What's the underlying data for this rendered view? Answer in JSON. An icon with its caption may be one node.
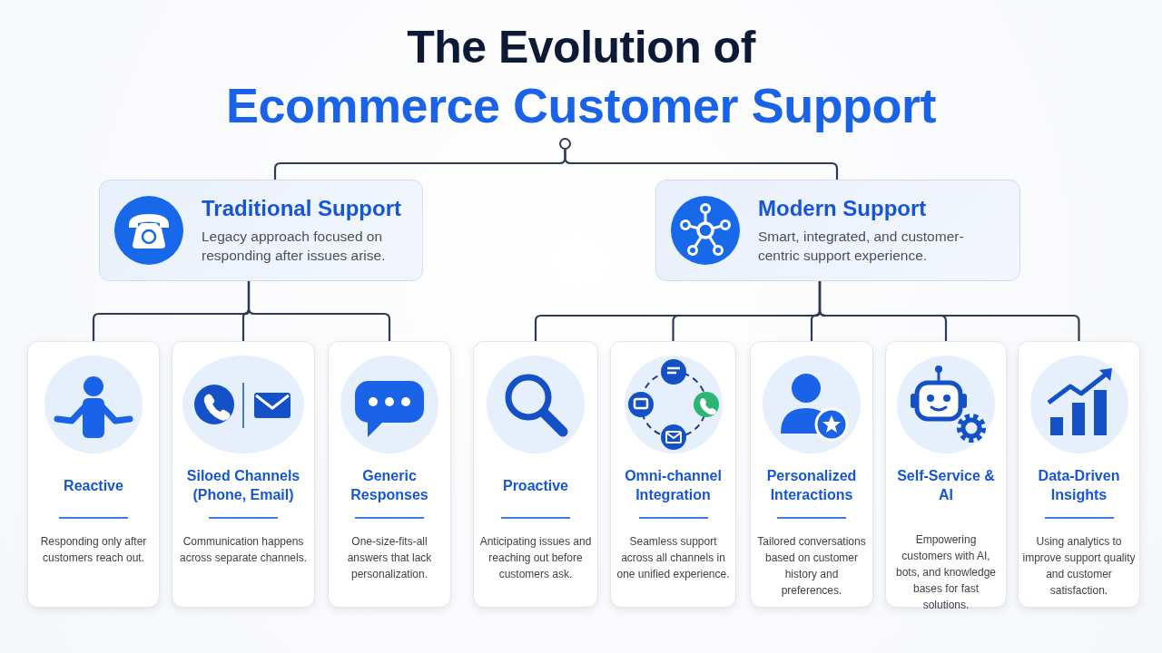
{
  "diagram": {
    "title": "The Evolution of **Ecommerce Customer Support**",
    "nodes": [
      {
        "text": [],
        "shape": "circle"
      },
      {
        "text": [
          "Traditional Support",
          "Legacy approach focused on responding after issues arise."
        ]
      },
      {
        "text": [
          "Modern Support",
          "Smart, integrated, and customer-centric support experience."
        ]
      },
      {
        "text": [
          "Reactive",
          "Responding only after customers reach out."
        ]
      },
      {
        "text": [
          "Siloed Channels (Phone, Email)",
          "Communication happens across separate channels."
        ]
      },
      {
        "text": [
          "Generic Responses",
          "One-size-fits-all answers that lack personalization."
        ]
      },
      {
        "text": [
          "Proactive",
          "Anticipating issues and reaching out before customers ask."
        ]
      },
      {
        "text": [
          "Omni-channel Integration",
          "Seamless support across all channels in one unified experience."
        ]
      },
      {
        "text": [
          "Personalized Interactions",
          "Tailored conversations based on customer history and preferences."
        ]
      },
      {
        "text": [
          "Self-Service & AI",
          "Empowering customers with AI, bots, and knowledge bases for fast solutions."
        ]
      },
      {
        "text": [
          "Data-Driven Insights",
          "Using analytics to improve support quality and customer satisfaction."
        ]
      }
    ],
    "edges": [
      {
        "from": 0,
        "to": 1,
        "arrow": "none"
      },
      {
        "from": 0,
        "to": 2,
        "arrow": "none"
      },
      {
        "from": 1,
        "to": 3,
        "arrow": "none"
      },
      {
        "from": 1,
        "to": 4,
        "arrow": "none"
      },
      {
        "from": 1,
        "to": 5,
        "arrow": "none"
      },
      {
        "from": 2,
        "to": 6,
        "arrow": "none"
      },
      {
        "from": 2,
        "to": 7,
        "arrow": "none"
      },
      {
        "from": 2,
        "to": 8,
        "arrow": "none"
      },
      {
        "from": 2,
        "to": 9,
        "arrow": "none"
      },
      {
        "from": 2,
        "to": 10,
        "arrow": "none"
      }
    ]
  }
}
